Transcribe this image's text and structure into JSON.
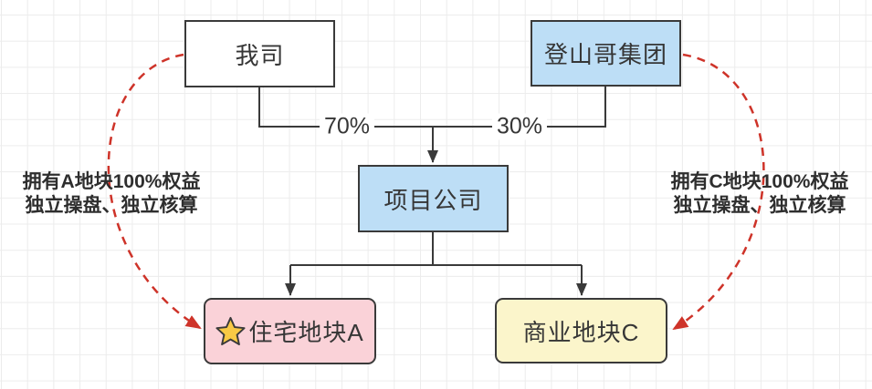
{
  "diagram": {
    "title": "equity-structure-diagram",
    "nodes": {
      "our_company": {
        "label": "我司"
      },
      "group": {
        "label": "登山哥集团"
      },
      "project_company": {
        "label": "项目公司"
      },
      "plot_a": {
        "label": "住宅地块A",
        "icon": "star-icon"
      },
      "plot_c": {
        "label": "商业地块C"
      }
    },
    "edges": {
      "our_company_share": "70%",
      "group_share": "30%"
    },
    "annotations": {
      "left": {
        "line1": "拥有A地块100%权益",
        "line2": "独立操盘、独立核算"
      },
      "right": {
        "line1": "拥有C地块100%权益",
        "line2": "独立操盘、独立核算"
      }
    }
  },
  "colors": {
    "box_blue": "#bddef6",
    "box_pink": "#fad2d8",
    "box_yellow": "#fbf5cb",
    "box_white": "#ffffff",
    "border": "#3a3a3a",
    "connector": "#3a3a3a",
    "dashed_red": "#ce3329",
    "star_gold": "#f8c945",
    "text": "#363636",
    "grid": "#ececec",
    "bg": "#ffffff"
  }
}
